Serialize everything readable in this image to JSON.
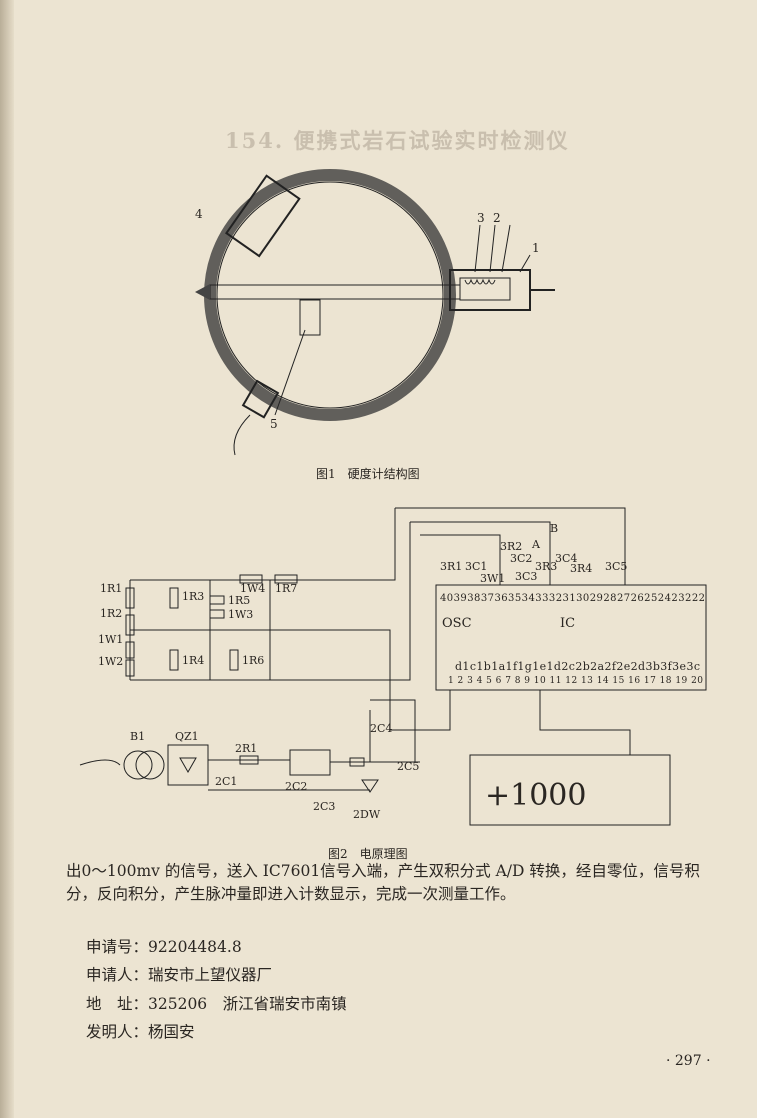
{
  "ghost_title": "154. 便携式岩石试验实时检测仪",
  "figure1": {
    "caption": "图1　硬度计结构图",
    "labels": [
      "1",
      "2",
      "3",
      "4",
      "5"
    ]
  },
  "figure2": {
    "caption": "图2　电原理图",
    "labels": {
      "r1": "1R1",
      "r2": "1R2",
      "w1": "1W1",
      "w2": "1W2",
      "r3": "1R3",
      "r4": "1R4",
      "r5": "1R5",
      "w3": "1W3",
      "r6": "1R6",
      "w4": "1W4",
      "r7": "1R7",
      "r31": "3R1",
      "c31": "3C1",
      "w31": "3W1",
      "c32": "3C2",
      "c33": "3C3",
      "r32": "3R2",
      "r33": "3R3",
      "c34": "3C4",
      "r34": "3R4",
      "c35": "3C5",
      "a": "A",
      "b": "B",
      "osc": "OSC",
      "ic": "IC",
      "pins_top": "403938373635343332313029282726252423222",
      "pins_seg": "d1c1b1a1f1g1e1d2c2b2a2f2e2d3b3f3e3c",
      "pins_bottom": "1 2 3 4 5 6 7 8 9 10 11 12 13 14 15 16 17 18 19 20",
      "b1": "B1",
      "qz1": "QZ1",
      "r21": "2R1",
      "c21": "2C1",
      "c22": "2C2",
      "c23": "2C3",
      "c24": "2C4",
      "c25": "2C5",
      "dw": "2DW",
      "display": "+1000"
    }
  },
  "body_text": "出0～100mv 的信号，送入 IC7601信号入端，产生双积分式 A/D 转换，经自零位，信号积分，反向积分，产生脉冲量即进入计数显示，完成一次测量工作。",
  "info": {
    "app_no": "申请号：92204484.8",
    "applicant": "申请人：瑞安市上望仪器厂",
    "address": "地　址：325206　浙江省瑞安市南镇",
    "inventor": "发明人：杨国安"
  },
  "page_number": "· 297 ·"
}
